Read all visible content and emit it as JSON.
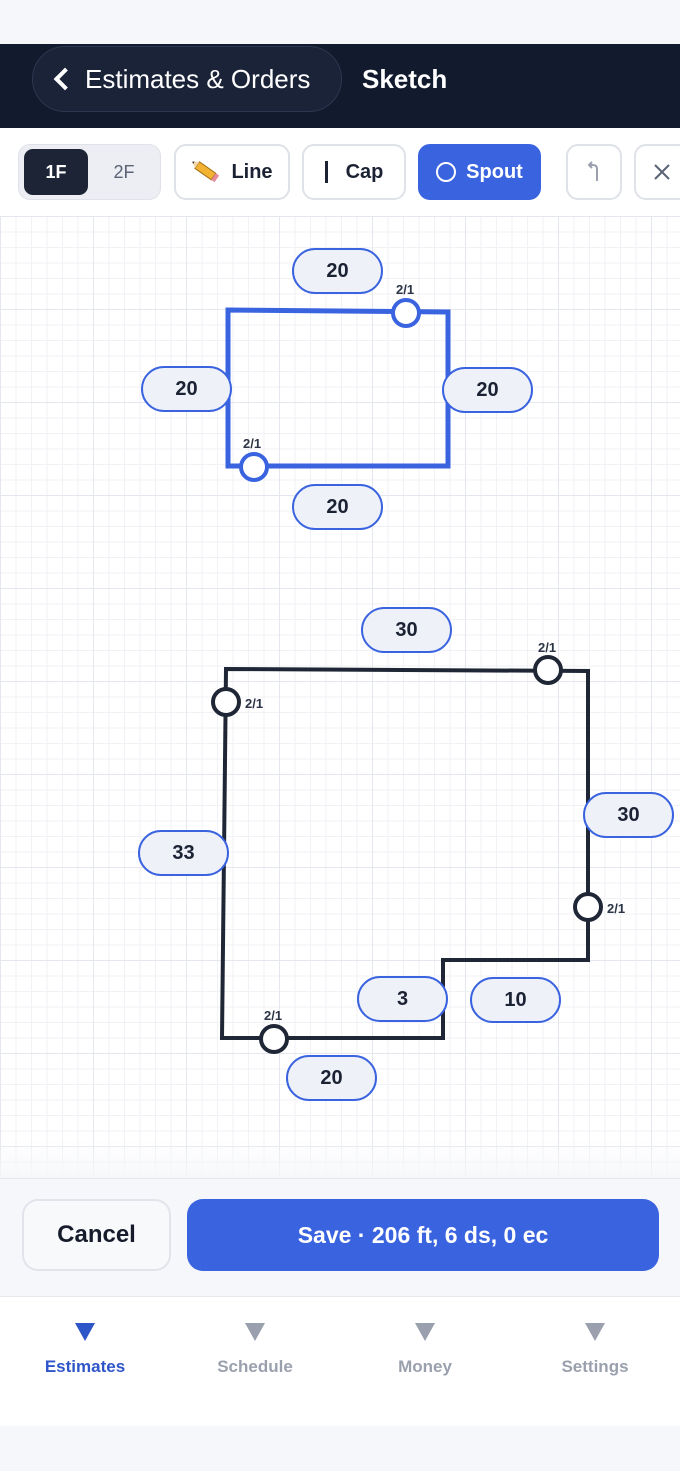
{
  "header": {
    "back_label": "Estimates & Orders",
    "title": "Sketch"
  },
  "toolbar": {
    "floors": [
      "1F",
      "2F"
    ],
    "active_floor": "1F",
    "tools": {
      "line": "Line",
      "cap": "Cap",
      "spout": "Spout"
    },
    "active_tool": "Spout",
    "accent_color": "#3a63e0"
  },
  "sketch": {
    "top_structure": {
      "selected": true,
      "dimensions": {
        "top": "20",
        "left": "20",
        "right": "20",
        "bottom": "20"
      },
      "spouts": [
        "2/1",
        "2/1"
      ]
    },
    "bottom_structure": {
      "selected": false,
      "dimensions": {
        "top": "30",
        "left": "33",
        "right": "30",
        "notch": "3",
        "step": "10",
        "bottom": "20"
      },
      "spouts": [
        "2/1",
        "2/1",
        "2/1",
        "2/1"
      ]
    }
  },
  "footer": {
    "cancel_label": "Cancel",
    "save_label": "Save · 206 ft, 6 ds, 0 ec"
  },
  "tabs": [
    {
      "label": "Estimates",
      "icon": "triangle-down-icon",
      "active": true
    },
    {
      "label": "Schedule",
      "icon": "triangle-down-icon",
      "active": false
    },
    {
      "label": "Money",
      "icon": "triangle-down-icon",
      "active": false
    },
    {
      "label": "Settings",
      "icon": "triangle-down-icon",
      "active": false
    }
  ]
}
